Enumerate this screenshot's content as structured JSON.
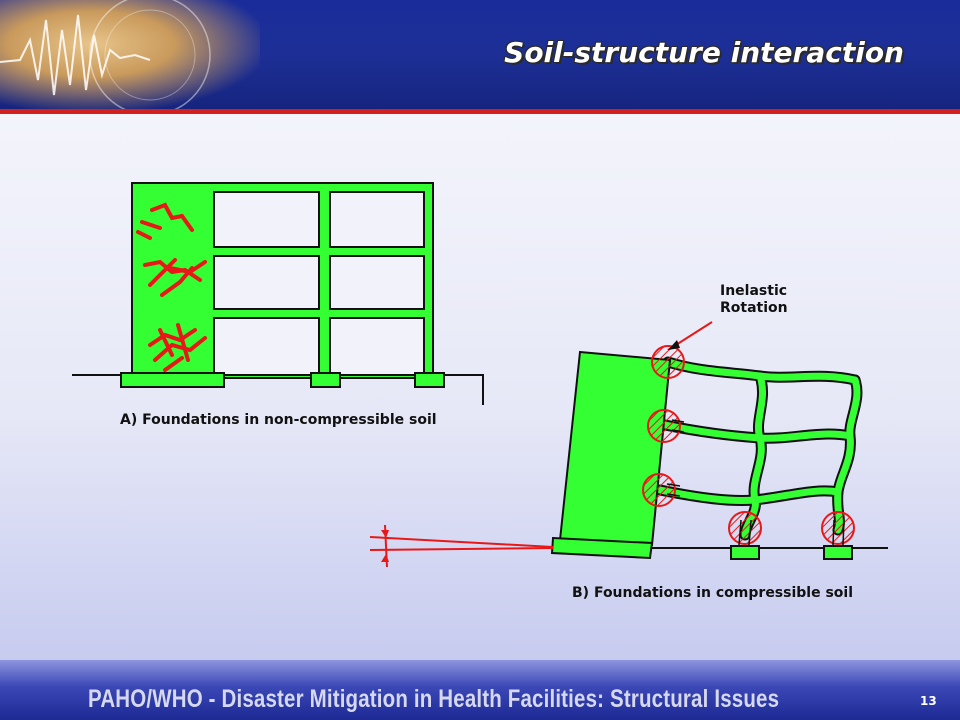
{
  "slide": {
    "title": "Soil-structure interaction",
    "footer": "PAHO/WHO - Disaster Mitigation in Health Facilities: Structural Issues",
    "page_number": "13"
  },
  "diagram": {
    "label_a": "A) Foundations in non-compressible soil",
    "label_b": "B) Foundations in compressible soil",
    "annotation_line1": "Inelastic",
    "annotation_line2": "Rotation"
  },
  "colors": {
    "frame_green": "#33ff33",
    "damage_red": "#e81818",
    "header_blue": "#1d2f96",
    "accent_red": "#d51e1e"
  }
}
